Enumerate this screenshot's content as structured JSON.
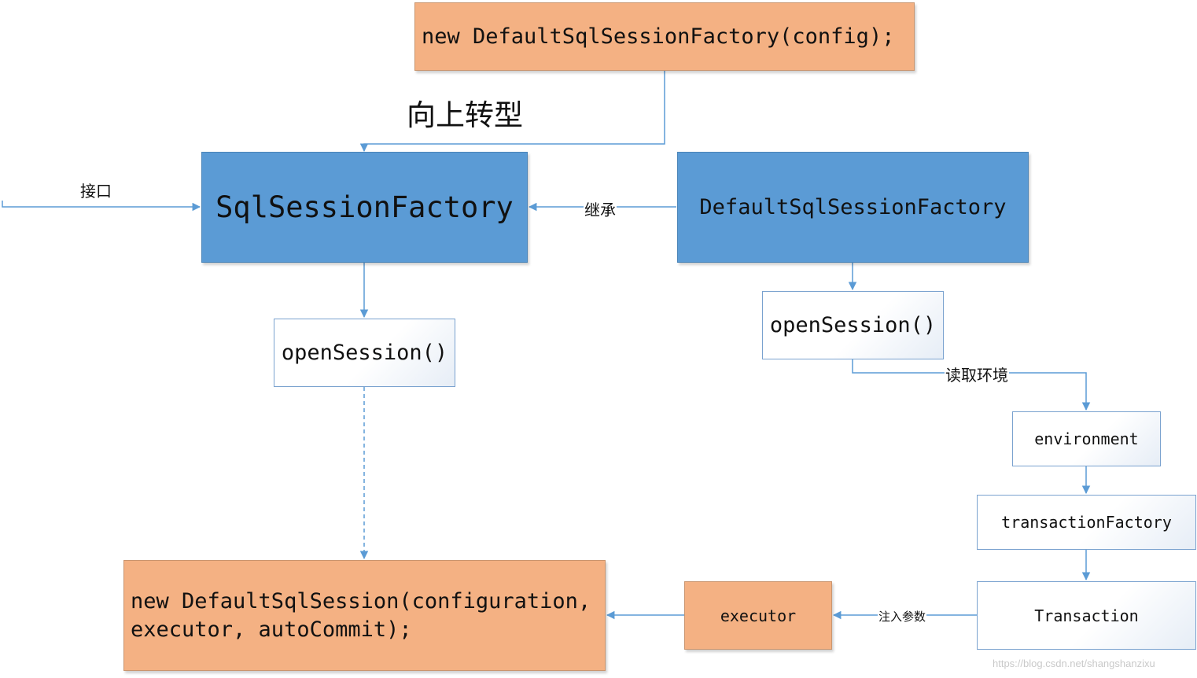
{
  "boxes": {
    "new_factory": "new DefaultSqlSessionFactory(config);",
    "sql_session_factory": "SqlSessionFactory",
    "default_sql_session_factory": "DefaultSqlSessionFactory",
    "open_session_left": "openSession()",
    "open_session_right": "openSession()",
    "environment": "environment",
    "transaction_factory": "transactionFactory",
    "transaction": "Transaction",
    "executor": "executor",
    "new_sql_session": "new DefaultSqlSession(configuration,\nexecutor, autoCommit);"
  },
  "labels": {
    "upcast": "向上转型",
    "interface": "接口",
    "inherit": "继承",
    "read_env": "读取环境",
    "inject_params": "注入参数"
  },
  "watermark": "https://blog.csdn.net/shangshanzixu",
  "colors": {
    "orange": "#f4b183",
    "blue": "#5b9bd5",
    "connector": "#5b9bd5"
  }
}
